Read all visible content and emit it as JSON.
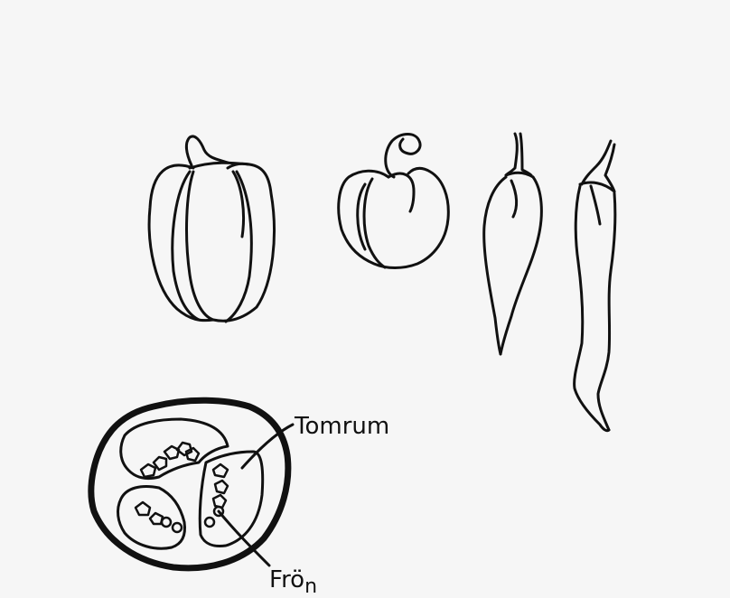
{
  "labels": {
    "cavity": "Tomrum",
    "seeds": "Frö",
    "seeds_suffix": "n"
  },
  "ink_color": "#111111",
  "paper_color": "#f6f6f6",
  "icons": [
    "bell-pepper-icon",
    "round-pepper-icon",
    "short-chili-icon",
    "long-chili-icon",
    "pepper-cross-section-icon"
  ]
}
